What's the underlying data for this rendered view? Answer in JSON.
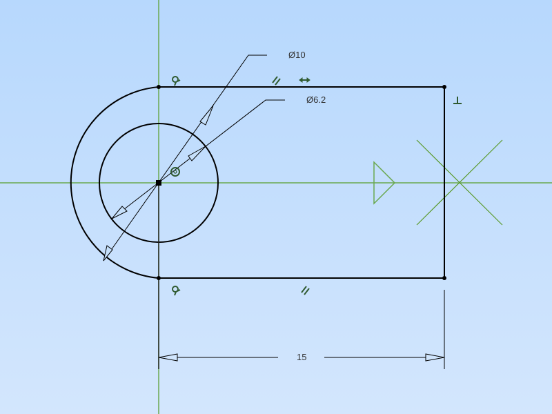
{
  "viewport": {
    "background_top": "#b7d8fd",
    "background_bottom": "#d3e6fd",
    "axis_color": "#6aa84f",
    "geometry_color": "#000000",
    "constraint_color": "#2f5a2f"
  },
  "dimensions": {
    "diameter_outer": {
      "label": "Ø10",
      "value": 10
    },
    "diameter_inner": {
      "label": "Ø6.2",
      "value": 6.2
    },
    "length": {
      "label": "15",
      "value": 15
    }
  },
  "constraints": [
    {
      "type": "tangent",
      "glyph": "tangent-icon",
      "location": "top-left"
    },
    {
      "type": "parallel",
      "glyph": "parallel-icon",
      "location": "top-edge"
    },
    {
      "type": "horizontal",
      "glyph": "horizontal-icon",
      "location": "top-edge"
    },
    {
      "type": "perpendicular",
      "glyph": "perpendicular-icon",
      "location": "right-edge"
    },
    {
      "type": "concentric",
      "glyph": "concentric-icon",
      "location": "circle-center"
    },
    {
      "type": "tangent",
      "glyph": "tangent-icon",
      "location": "bottom-left"
    },
    {
      "type": "parallel",
      "glyph": "parallel-icon",
      "location": "bottom-edge"
    }
  ]
}
